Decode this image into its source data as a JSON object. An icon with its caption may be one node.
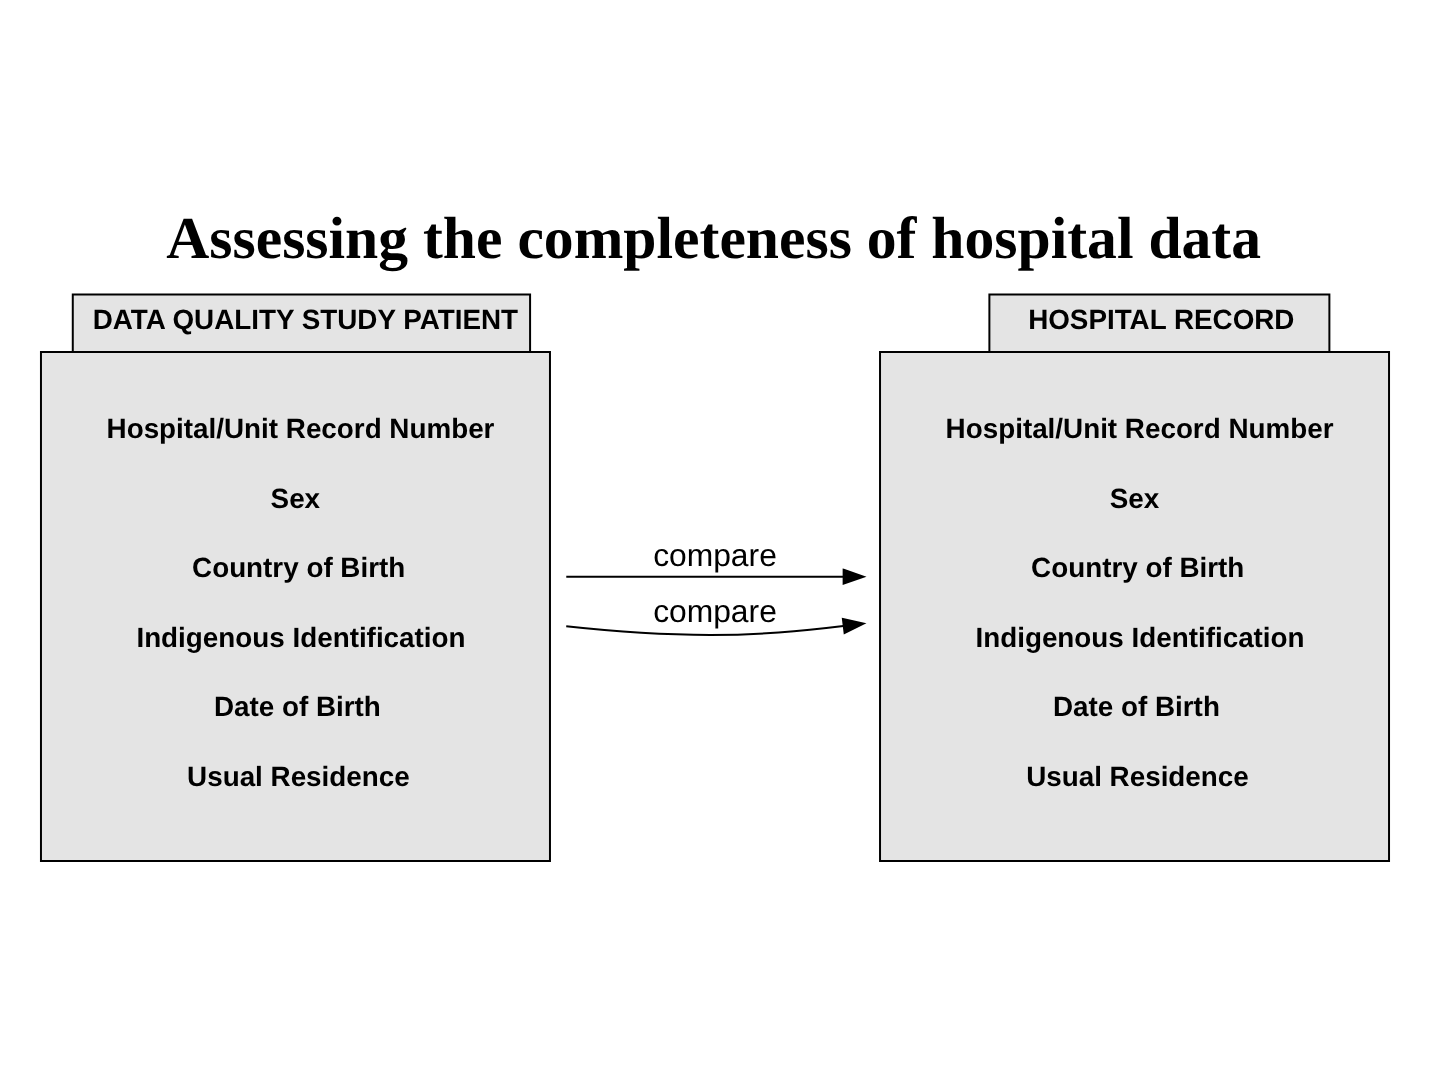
{
  "diagram": {
    "title": "Assessing the completeness of hospital data",
    "nodes": [
      {
        "text": [
          "DATA QUALITY STUDY PATIENT",
          "Hospital/Unit Record Number",
          "Sex",
          "Country of Birth",
          "Indigenous Identification",
          "Date of Birth",
          "Usual Residence"
        ]
      },
      {
        "text": [
          "HOSPITAL RECORD",
          "Hospital/Unit Record Number",
          "Sex",
          "Country of Birth",
          "Indigenous Identification",
          "Date of Birth",
          "Usual Residence"
        ]
      }
    ],
    "edges": [
      {
        "from": 0,
        "to": 1,
        "arrow": "to",
        "label": "compare"
      },
      {
        "from": 0,
        "to": 1,
        "arrow": "to",
        "label": "compare"
      }
    ]
  }
}
